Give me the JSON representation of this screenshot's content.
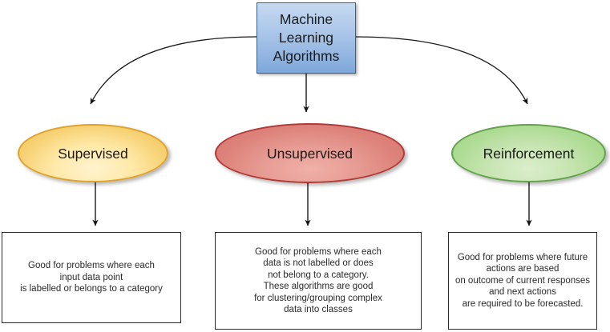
{
  "diagram": {
    "title": "Machine Learning Algorithms",
    "root": {
      "label": "Machine\nLearning\nAlgorithms",
      "fill_color": "#9dbce4",
      "border_color": "#36618f"
    },
    "branches": [
      {
        "id": "supervised",
        "label": "Supervised",
        "fill_color": "#f6d071",
        "border_color": "#dfa22e",
        "description": "Good for problems where each\ninput data point\nis labelled or belongs to a category"
      },
      {
        "id": "unsupervised",
        "label": "Unsupervised",
        "fill_color": "#dd827a",
        "border_color": "#b03a35",
        "description": "Good for problems where each\ndata is not labelled or does\nnot belong to a category.\nThese algorithms are good\nfor clustering/grouping complex\ndata into classes"
      },
      {
        "id": "reinforcement",
        "label": "Reinforcement",
        "fill_color": "#addb93",
        "border_color": "#63a24a",
        "description": "Good for problems where future\nactions are based\non outcome of current responses\nand next actions\nare required to be forecasted."
      }
    ],
    "connectors": {
      "stroke_color": "#1a1a1a",
      "style": "arrow"
    }
  }
}
